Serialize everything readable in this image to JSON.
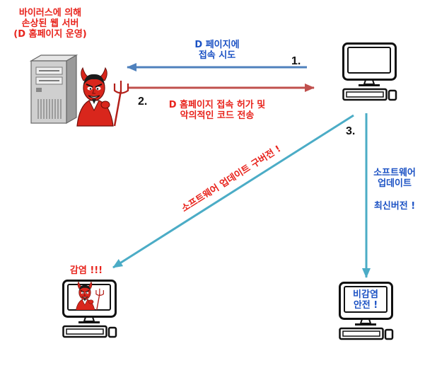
{
  "diagram": {
    "server_caption": [
      "바이러스에 의해",
      "손상된 웹 서버",
      "(D 홈페이지 운영)"
    ],
    "step1": {
      "number": "1.",
      "label": [
        "D 페이지에",
        "접속 시도"
      ]
    },
    "step2": {
      "number": "2.",
      "label": [
        "D 홈페이지 접속 허가 및",
        "악의적인 코드 전송"
      ]
    },
    "step3": {
      "number": "3."
    },
    "old_update_label": "소프트웨어 업데이트 구버전 !",
    "new_update_label": [
      "소프트웨어",
      "업데이트"
    ],
    "new_update_note": "최신버전 !",
    "infected_label": "감염 !!!",
    "safe_label": [
      "비감염",
      "안전 !"
    ]
  },
  "icons": {
    "server": "server-icon",
    "attacker": "devil-icon",
    "user_pc": "computer-icon"
  },
  "colors": {
    "red_text": "#e8231c",
    "blue_text": "#1c52c4",
    "arrow_request": "#4f81bd",
    "arrow_response": "#c0504d",
    "arrow_update": "#4bacc6"
  }
}
